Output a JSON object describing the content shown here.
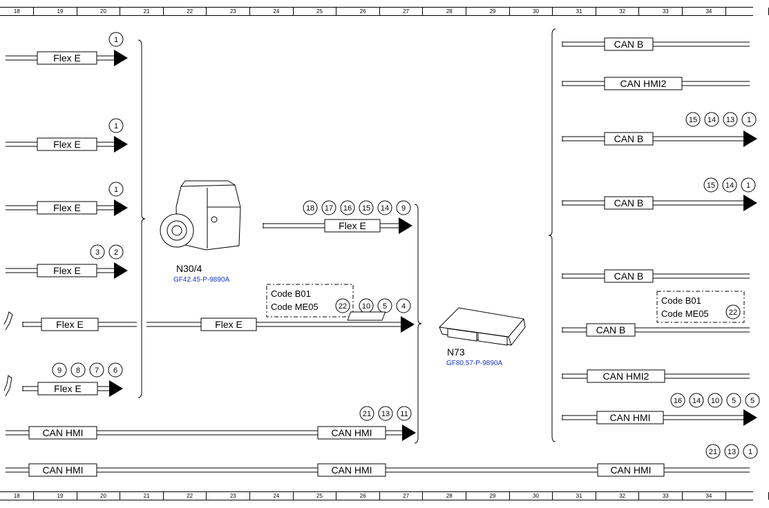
{
  "ruler": {
    "columns": [
      "18",
      "19",
      "20",
      "21",
      "22",
      "23",
      "24",
      "25",
      "26",
      "27",
      "28",
      "29",
      "30",
      "31",
      "32",
      "33",
      "34"
    ]
  },
  "components": {
    "n30_4": {
      "label": "N30/4",
      "ref": "GF42.45-P-9890A"
    },
    "n73": {
      "label": "N73",
      "ref": "GF80.57-P-9890A"
    }
  },
  "bus_labels": {
    "flex_e": "Flex E",
    "can_b": "CAN B",
    "can_hmi2": "CAN HMI2",
    "can_hmi": "CAN HMI"
  },
  "code_boxes": {
    "center": {
      "line1": "Code B01",
      "line2": "Code ME05",
      "badge": "22"
    },
    "right": {
      "line1": "Code B01",
      "line2": "Code ME05",
      "badge": "22"
    }
  },
  "badges": {
    "left_row1": [
      "1"
    ],
    "left_row2": [
      "1"
    ],
    "left_row3": [
      "1"
    ],
    "left_row4": [
      "3",
      "2"
    ],
    "left_row6": [
      "9",
      "8",
      "7",
      "6"
    ],
    "center_flex": [
      "18",
      "17",
      "16",
      "15",
      "14",
      "9"
    ],
    "center_code": [
      "10",
      "5",
      "4"
    ],
    "center_can": [
      "21",
      "13",
      "11"
    ],
    "right_row3": [
      "15",
      "14",
      "13",
      "1"
    ],
    "right_row4": [
      "15",
      "14",
      "1"
    ],
    "right_row8": [
      "16",
      "14",
      "10",
      "5",
      "5"
    ],
    "bottom_right": [
      "21",
      "13",
      "1"
    ]
  }
}
